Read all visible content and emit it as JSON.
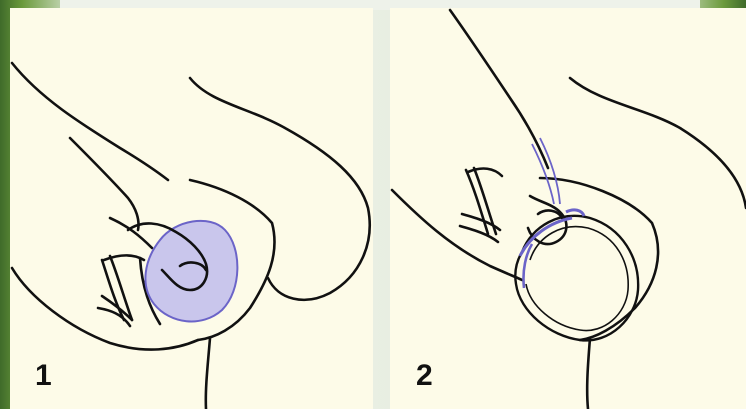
{
  "steps": [
    {
      "number": "1"
    },
    {
      "number": "2"
    }
  ],
  "colors": {
    "panel_background": "#fdfbe8",
    "line": "#111111",
    "shield_fill": "#c9c6ec",
    "shield_stroke": "#6b64c8"
  },
  "icons": {
    "step_1": "hand-inserting-breast-shield-illustration",
    "step_2": "hand-lifting-shield-edge-illustration"
  }
}
